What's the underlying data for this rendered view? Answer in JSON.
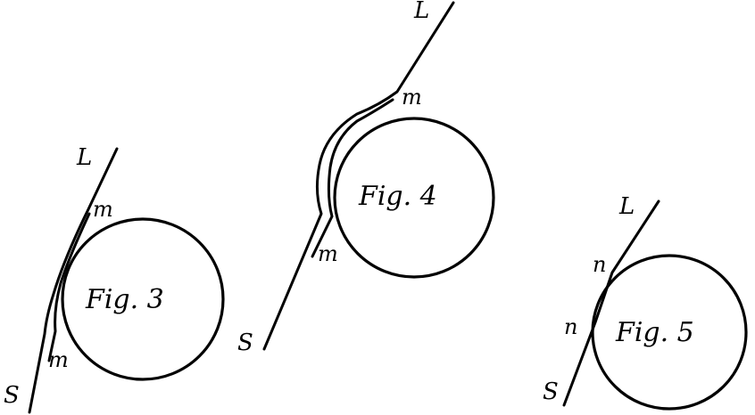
{
  "figures": [
    {
      "id": "fig3",
      "caption": "Fig. 3",
      "labels": {
        "top": "L",
        "upper": "m",
        "lower": "m",
        "bottom": "S"
      }
    },
    {
      "id": "fig4",
      "caption": "Fig. 4",
      "labels": {
        "top": "L",
        "upper": "m",
        "lower": "m",
        "bottom": "S"
      }
    },
    {
      "id": "fig5",
      "caption": "Fig. 5",
      "labels": {
        "top": "L",
        "upper": "n",
        "lower": "n",
        "bottom": "S"
      }
    }
  ],
  "colors": {
    "ink": "#000000",
    "paper": "#ffffff"
  }
}
